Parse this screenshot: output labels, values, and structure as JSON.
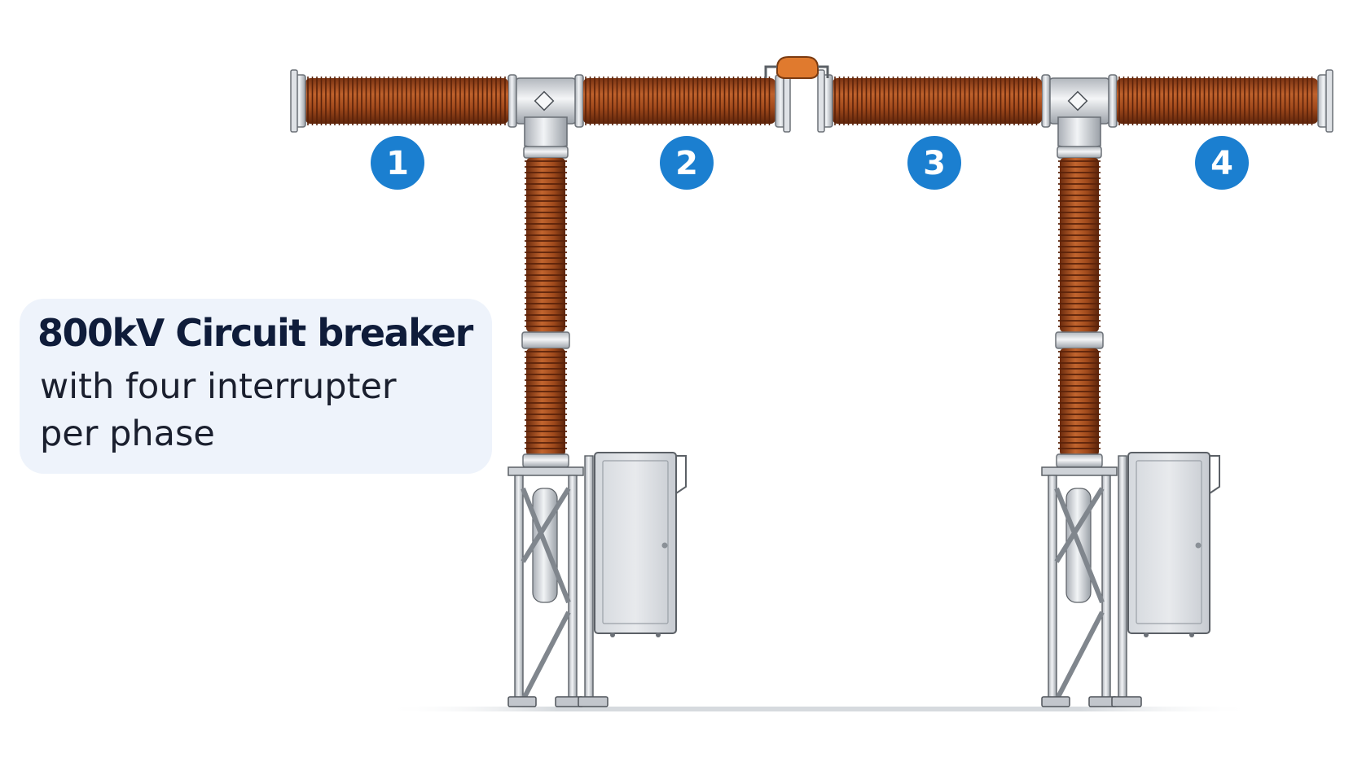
{
  "caption": {
    "title": "800kV Circuit breaker",
    "subtitle_lines": [
      "with four interrupter",
      "per phase"
    ]
  },
  "interrupter_labels": [
    "1",
    "2",
    "3",
    "4"
  ],
  "colors": {
    "porcelain": "#a04a1e",
    "porcelain_dark": "#6e2c0e",
    "metal": "#d9dde2",
    "metal_edge": "#6b7077",
    "badge": "#1b7fd0",
    "connector": "#e07a2e",
    "caption_bg": "#eef3fb",
    "caption_text": "#0f1c3a"
  }
}
